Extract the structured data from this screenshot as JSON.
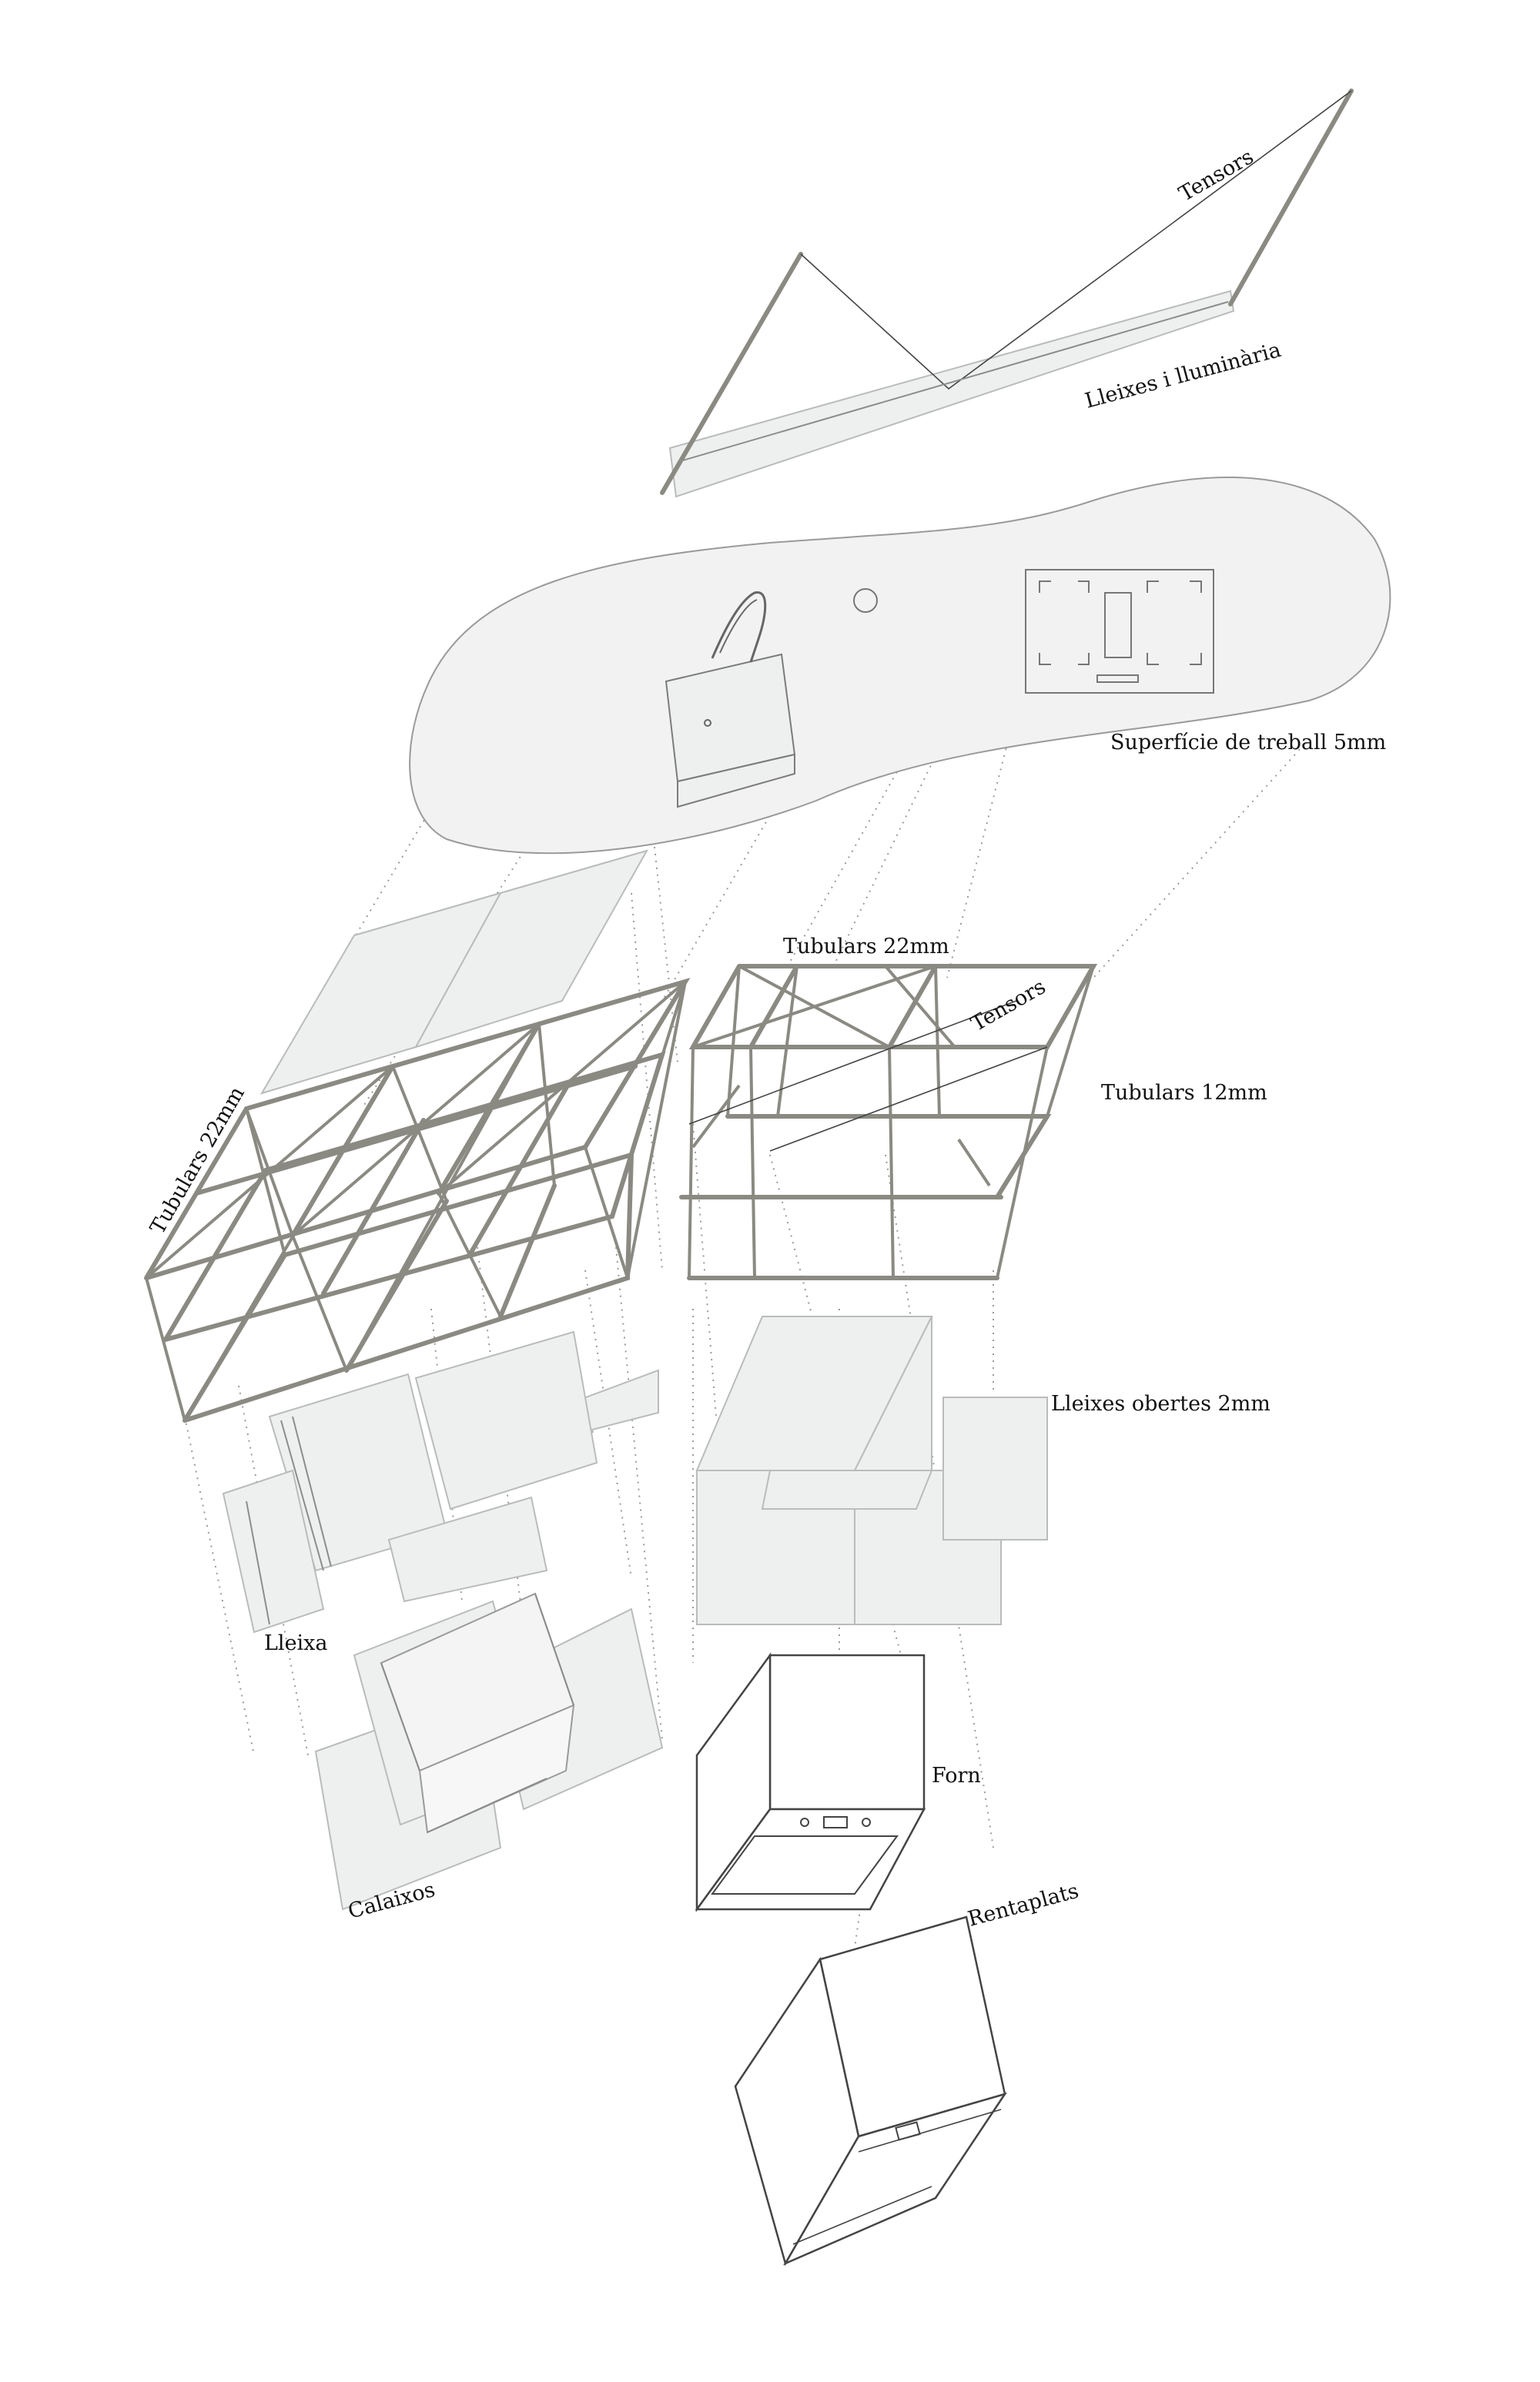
{
  "labels": {
    "tensors_top": "Tensors",
    "lleixes_illuminaria": "Lleixes i lluminària",
    "superficie": "Superfície de treball 5mm",
    "tubulars_22_right": "Tubulars 22mm",
    "tensors_right": "Tensors",
    "tubulars_12": "Tubulars 12mm",
    "tubulars_22_left": "Tubulars 22mm",
    "lleixes_obertes": "Lleixes obertes 2mm",
    "lleixa": "Lleixa",
    "forn": "Forn",
    "calaixos": "Calaixos",
    "rentaplats": "Rentaplats"
  },
  "colors": {
    "rod": "#8b8a82",
    "panel_fill": "#eef0ef",
    "line": "#8c8c8c",
    "text": "#111111"
  }
}
